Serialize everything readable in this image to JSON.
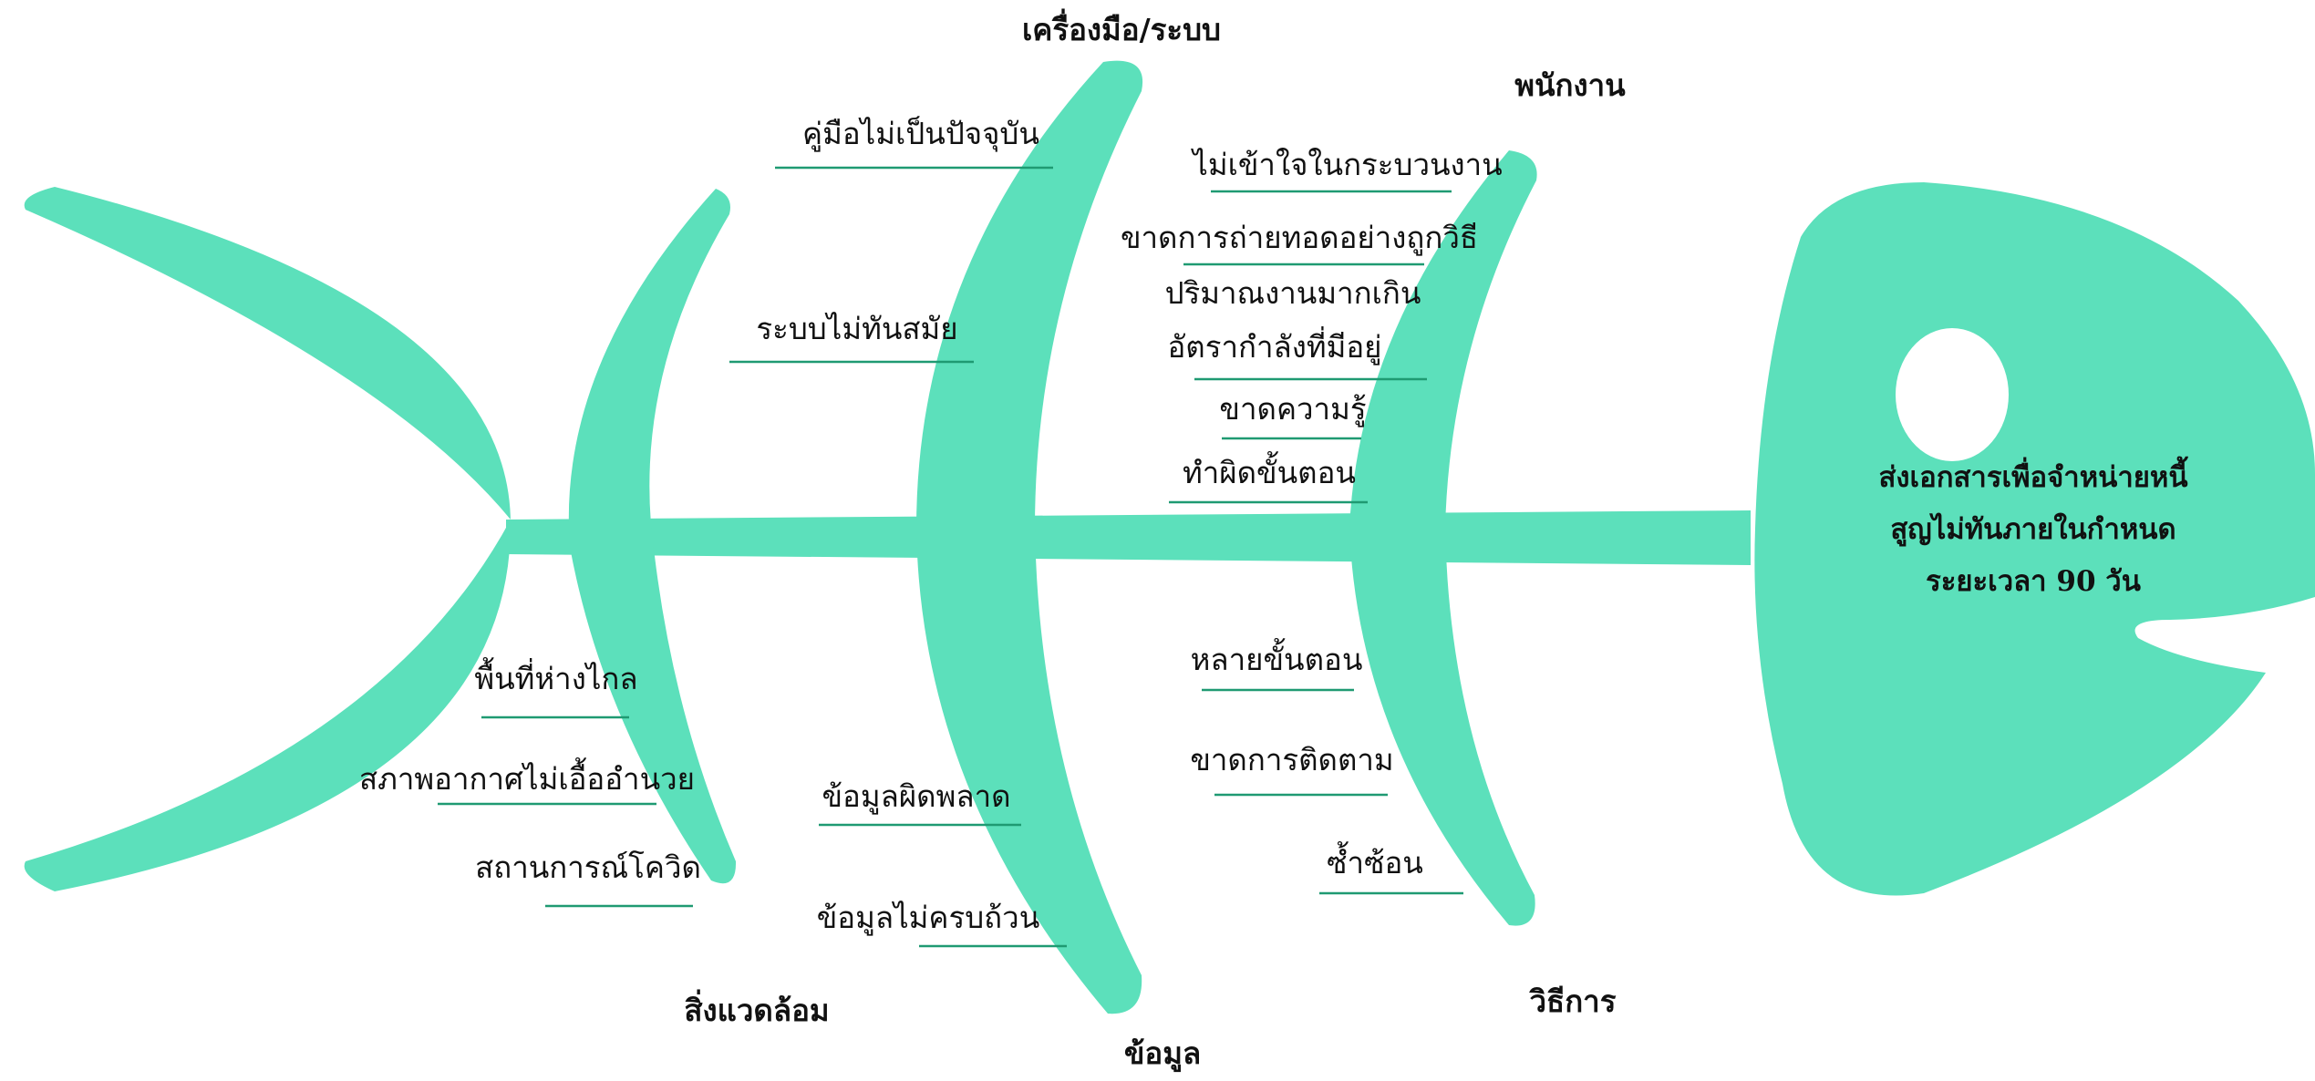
{
  "colors": {
    "fish": "#5ce0bb",
    "underline": "#1f9a72",
    "text": "#111111",
    "eye": "#ffffff"
  },
  "problem": {
    "lines": [
      "ส่งเอกสารเพื่อจำหน่ายหนี้",
      "สูญไม่ทันภายในกำหนด",
      "ระยะเวลา 90 วัน"
    ]
  },
  "categories": {
    "tools": "เครื่องมือ/ระบบ",
    "staff": "พนักงาน",
    "environment": "สิ่งแวดล้อม",
    "data": "ข้อมูล",
    "method": "วิธีการ"
  },
  "causes": {
    "tools": [
      "คู่มือไม่เป็นปัจจุบัน",
      "ระบบไม่ทันสมัย"
    ],
    "staff": [
      "ไม่เข้าใจในกระบวนงาน",
      "ขาดการถ่ายทอดอย่างถูกวิธี",
      "ปริมาณงานมากเกิน",
      "อัตรากำลังที่มีอยู่",
      "ขาดความรู้",
      "ทำผิดขั้นตอน"
    ],
    "environment": [
      "พื้นที่ห่างไกล",
      "สภาพอากาศไม่เอื้ออำนวย",
      "สถานการณ์โควิด"
    ],
    "data": [
      "ข้อมูลผิดพลาด",
      "ข้อมูลไม่ครบถ้วน"
    ],
    "method": [
      "หลายขั้นตอน",
      "ขาดการติดตาม",
      "ซ้ำซ้อน"
    ]
  }
}
